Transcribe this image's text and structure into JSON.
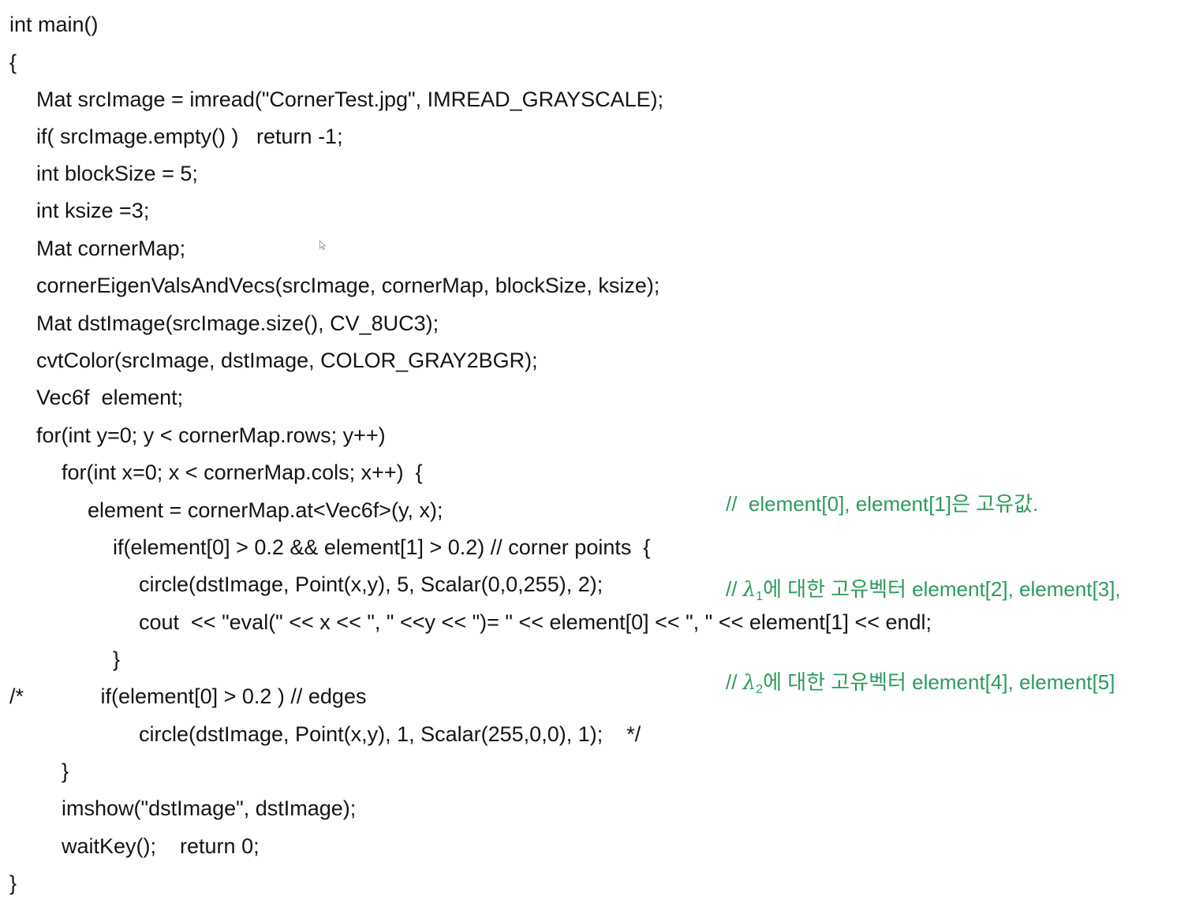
{
  "code_lines": [
    "int main()",
    "{",
    "Mat srcImage = imread(\"CornerTest.jpg\", IMREAD_GRAYSCALE);",
    "if( srcImage.empty() )   return -1;",
    "int blockSize = 5;",
    "int ksize =3;",
    "Mat cornerMap;",
    "cornerEigenValsAndVecs(srcImage, cornerMap, blockSize, ksize);",
    "Mat dstImage(srcImage.size(), CV_8UC3);",
    "cvtColor(srcImage, dstImage, COLOR_GRAY2BGR);",
    "Vec6f  element;",
    "for(int y=0; y < cornerMap.rows; y++)",
    "for(int x=0; x < cornerMap.cols; x++)  {",
    "element = cornerMap.at<Vec6f>(y, x);",
    "if(element[0] > 0.2 && element[1] > 0.2) // corner points  {",
    "circle(dstImage, Point(x,y), 5, Scalar(0,0,255), 2);",
    "cout  << \"eval(\" << x << \", \" <<y << \")= \" << element[0] << \", \" << element[1] << endl;",
    "}",
    "/*             if(element[0] > 0.2 ) // edges",
    "circle(dstImage, Point(x,y), 1, Scalar(255,0,0), 1);    */",
    "}",
    "imshow(\"dstImage\", dstImage);",
    "waitKey();    return 0;",
    "}"
  ],
  "comment": {
    "line1": "//  element[0], element[1]은 고유값.",
    "line2_prefix": "// ",
    "line2_lambda": "λ",
    "line2_sub": "1",
    "line2_rest": "에 대한 고유벡터 element[2], element[3],",
    "line3_prefix": "// ",
    "line3_lambda": "λ",
    "line3_sub": "2",
    "line3_rest": "에 대한 고유벡터 element[4], element[5]"
  },
  "colors": {
    "code": "#141414",
    "comment": "#2e9a5c"
  },
  "icons": {
    "cursor": "mouse-pointer-icon"
  }
}
